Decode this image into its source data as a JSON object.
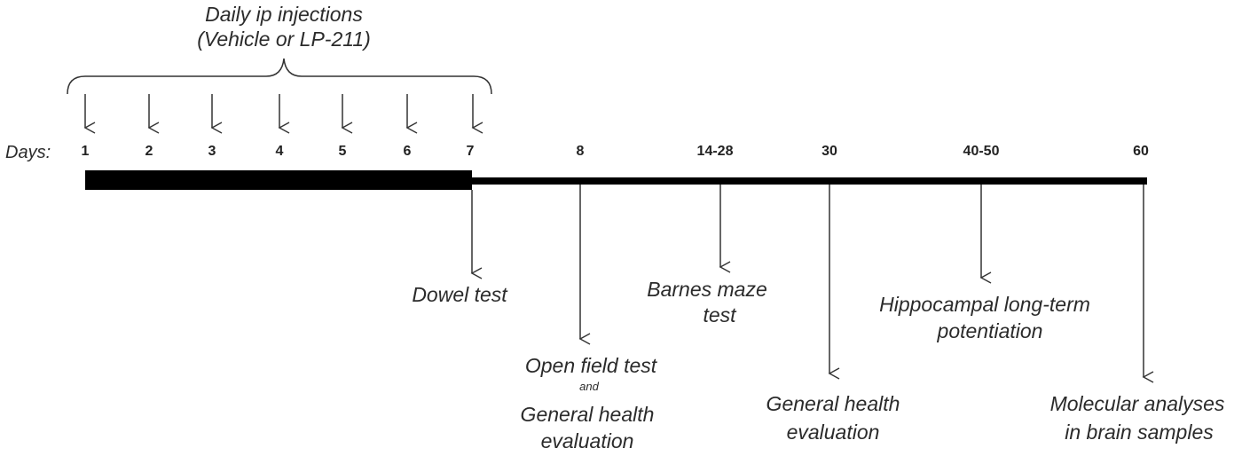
{
  "header": {
    "line1": "Daily ip injections",
    "line2": "(Vehicle or LP-211)"
  },
  "days_label": "Days:",
  "injection_days": [
    "1",
    "2",
    "3",
    "4",
    "5",
    "6",
    "7"
  ],
  "later_days": [
    "8",
    "14-28",
    "30",
    "40-50",
    "60"
  ],
  "events": {
    "dowel": "Dowel test",
    "open_field": "Open field test",
    "and_word": "and",
    "health_a1": "General health",
    "health_a2": "evaluation",
    "barnes1": "Barnes maze",
    "barnes2": "test",
    "health_b1": "General health",
    "health_b2": "evaluation",
    "ltp1": "Hippocampal long-term",
    "ltp2": "potentiation",
    "molec1": "Molecular analyses",
    "molec2": "in brain samples"
  },
  "colors": {
    "ink": "#2b2b2b",
    "bar": "#000000"
  }
}
